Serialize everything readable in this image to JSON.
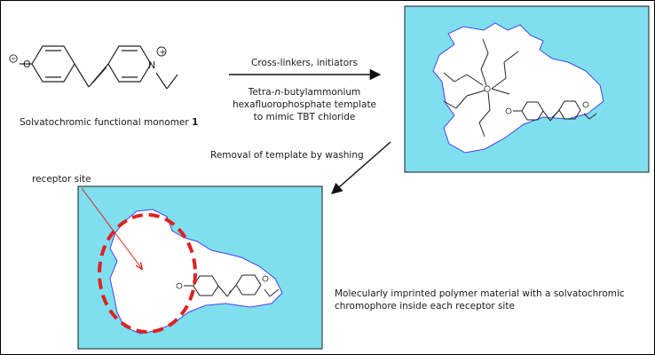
{
  "monomer_label": "Solvatochromic functional monomer",
  "monomer_number": "1",
  "step1_top": "Cross-linkers, initiators",
  "template_line1": "Tetra-",
  "template_line1_italic": "n",
  "template_line1_end": "-butylammonium",
  "template_line2": "hexafluorophosphate  template",
  "template_line3": "to mimic TBT chloride",
  "step2": "Removal of template by washing",
  "receptor_label": "receptor site",
  "result_line1": "Molecularly  imprinted polymer material with a solvatochromic",
  "result_line2": "chromophore  inside each receptor site",
  "atoms": {
    "nitrogen": "N",
    "charge_plus": "+",
    "charge_minus": "−",
    "oxygen": "O"
  },
  "colors": {
    "cavity_fill": "#7fdfef",
    "cavity_outline": "#4444ee",
    "receptor_circle": "#dd2222",
    "arrow": "#111111"
  }
}
